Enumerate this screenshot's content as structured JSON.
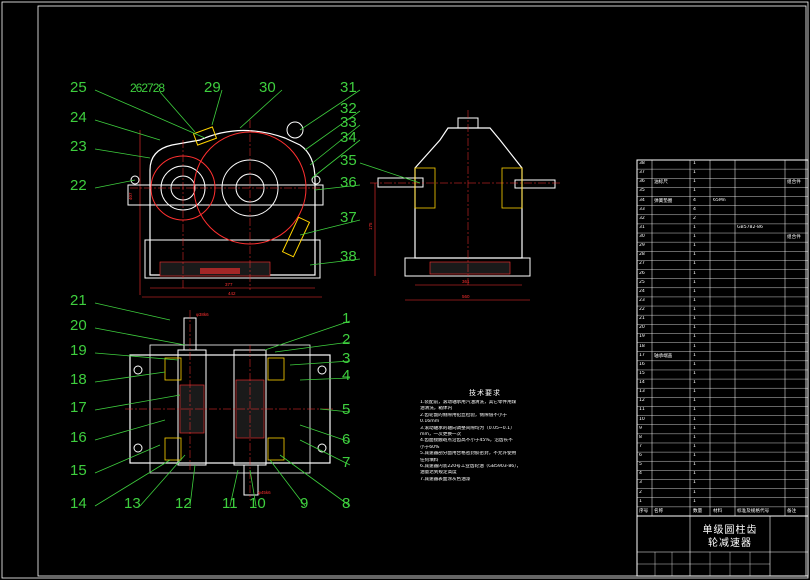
{
  "balloons": [
    {
      "id": "25",
      "label": "25"
    },
    {
      "id": "26-27-28",
      "label": "262728"
    },
    {
      "id": "29",
      "label": "29"
    },
    {
      "id": "30",
      "label": "30"
    },
    {
      "id": "31",
      "label": "31"
    },
    {
      "id": "32",
      "label": "32"
    },
    {
      "id": "33",
      "label": "33"
    },
    {
      "id": "34",
      "label": "34"
    },
    {
      "id": "24",
      "label": "24"
    },
    {
      "id": "23",
      "label": "23"
    },
    {
      "id": "22",
      "label": "22"
    },
    {
      "id": "35",
      "label": "35"
    },
    {
      "id": "36",
      "label": "36"
    },
    {
      "id": "37",
      "label": "37"
    },
    {
      "id": "38",
      "label": "38"
    },
    {
      "id": "21",
      "label": "21"
    },
    {
      "id": "20",
      "label": "20"
    },
    {
      "id": "19",
      "label": "19"
    },
    {
      "id": "18",
      "label": "18"
    },
    {
      "id": "17",
      "label": "17"
    },
    {
      "id": "16",
      "label": "16"
    },
    {
      "id": "15",
      "label": "15"
    },
    {
      "id": "14",
      "label": "14"
    },
    {
      "id": "13",
      "label": "13"
    },
    {
      "id": "12",
      "label": "12"
    },
    {
      "id": "11",
      "label": "11"
    },
    {
      "id": "10",
      "label": "10"
    },
    {
      "id": "9",
      "label": "9"
    },
    {
      "id": "8",
      "label": "8"
    },
    {
      "id": "7",
      "label": "7"
    },
    {
      "id": "6",
      "label": "6"
    },
    {
      "id": "5",
      "label": "5"
    },
    {
      "id": "4",
      "label": "4"
    },
    {
      "id": "3",
      "label": "3"
    },
    {
      "id": "2",
      "label": "2"
    },
    {
      "id": "1",
      "label": "1"
    }
  ],
  "dimensions": {
    "front_height": "407",
    "front_width_1": "377",
    "front_width_2": "442",
    "side_height": "175",
    "side_width": "361",
    "side_base": "560",
    "plan_top": "φ38k6",
    "plan_bottom": "φ45k6"
  },
  "tech_notes": {
    "title": "技术要求",
    "lines": [
      "1.装配前，滚动轴承用汽油清洗，其它零件用煤",
      "  油清洗，箱体内",
      "2.齿轮副的侧隙用铅丝检验，侧隙值不小于",
      "  0.16mm",
      "3.滚动轴承的轴向调整间隙均为（0.05~0.1）",
      "  mm，一次更换一次",
      "4.齿面接触斑点沿齿高不小于45%，沿齿长不",
      "  小于60%",
      "5.减速器剖分面用合格密封胶密封，不允许使用",
      "  任何填料",
      "6.减速器内装220号工业齿轮油（GB5903-86），",
      "  油量达到规定高度",
      "7.减速器表面涂灰色油漆"
    ]
  },
  "bom": {
    "rows": [
      {
        "no": "38",
        "name": "",
        "qty": "1",
        "material": "",
        "std": "",
        "remark": ""
      },
      {
        "no": "37",
        "name": "",
        "qty": "1",
        "material": "",
        "std": "",
        "remark": ""
      },
      {
        "no": "36",
        "name": "油标尺",
        "qty": "1",
        "material": "",
        "std": "",
        "remark": "组合件"
      },
      {
        "no": "35",
        "name": "",
        "qty": "1",
        "material": "",
        "std": "",
        "remark": ""
      },
      {
        "no": "34",
        "name": "弹簧垫圈",
        "qty": "4",
        "material": "65Mn",
        "std": "",
        "remark": ""
      },
      {
        "no": "33",
        "name": "",
        "qty": "4",
        "material": "",
        "std": "",
        "remark": ""
      },
      {
        "no": "32",
        "name": "",
        "qty": "2",
        "material": "",
        "std": "",
        "remark": ""
      },
      {
        "no": "31",
        "name": "",
        "qty": "1",
        "material": "",
        "std": "GB5782-86",
        "remark": ""
      },
      {
        "no": "30",
        "name": "",
        "qty": "1",
        "material": "",
        "std": "",
        "remark": "组合件"
      },
      {
        "no": "29",
        "name": "",
        "qty": "1",
        "material": "",
        "std": "",
        "remark": ""
      },
      {
        "no": "28",
        "name": "",
        "qty": "1",
        "material": "",
        "std": "",
        "remark": ""
      },
      {
        "no": "27",
        "name": "",
        "qty": "1",
        "material": "",
        "std": "",
        "remark": ""
      },
      {
        "no": "26",
        "name": "",
        "qty": "1",
        "material": "",
        "std": "",
        "remark": ""
      },
      {
        "no": "25",
        "name": "",
        "qty": "1",
        "material": "",
        "std": "",
        "remark": ""
      },
      {
        "no": "24",
        "name": "",
        "qty": "1",
        "material": "",
        "std": "",
        "remark": ""
      },
      {
        "no": "23",
        "name": "",
        "qty": "1",
        "material": "",
        "std": "",
        "remark": ""
      },
      {
        "no": "22",
        "name": "",
        "qty": "1",
        "material": "",
        "std": "",
        "remark": ""
      },
      {
        "no": "21",
        "name": "",
        "qty": "1",
        "material": "",
        "std": "",
        "remark": ""
      },
      {
        "no": "20",
        "name": "",
        "qty": "1",
        "material": "",
        "std": "",
        "remark": ""
      },
      {
        "no": "19",
        "name": "",
        "qty": "1",
        "material": "",
        "std": "",
        "remark": ""
      },
      {
        "no": "18",
        "name": "",
        "qty": "1",
        "material": "",
        "std": "",
        "remark": ""
      },
      {
        "no": "17",
        "name": "轴承端盖",
        "qty": "1",
        "material": "",
        "std": "",
        "remark": ""
      },
      {
        "no": "16",
        "name": "",
        "qty": "1",
        "material": "",
        "std": "",
        "remark": ""
      },
      {
        "no": "15",
        "name": "",
        "qty": "1",
        "material": "",
        "std": "",
        "remark": ""
      },
      {
        "no": "14",
        "name": "",
        "qty": "1",
        "material": "",
        "std": "",
        "remark": ""
      },
      {
        "no": "13",
        "name": "",
        "qty": "1",
        "material": "",
        "std": "",
        "remark": ""
      },
      {
        "no": "12",
        "name": "",
        "qty": "1",
        "material": "",
        "std": "",
        "remark": ""
      },
      {
        "no": "11",
        "name": "",
        "qty": "1",
        "material": "",
        "std": "",
        "remark": ""
      },
      {
        "no": "10",
        "name": "",
        "qty": "1",
        "material": "",
        "std": "",
        "remark": ""
      },
      {
        "no": "9",
        "name": "",
        "qty": "1",
        "material": "",
        "std": "",
        "remark": ""
      },
      {
        "no": "8",
        "name": "",
        "qty": "1",
        "material": "",
        "std": "",
        "remark": ""
      },
      {
        "no": "7",
        "name": "",
        "qty": "1",
        "material": "",
        "std": "",
        "remark": ""
      },
      {
        "no": "6",
        "name": "",
        "qty": "1",
        "material": "",
        "std": "",
        "remark": ""
      },
      {
        "no": "5",
        "name": "",
        "qty": "1",
        "material": "",
        "std": "",
        "remark": ""
      },
      {
        "no": "4",
        "name": "",
        "qty": "1",
        "material": "",
        "std": "",
        "remark": ""
      },
      {
        "no": "3",
        "name": "",
        "qty": "1",
        "material": "",
        "std": "",
        "remark": ""
      },
      {
        "no": "2",
        "name": "",
        "qty": "1",
        "material": "",
        "std": "",
        "remark": ""
      },
      {
        "no": "1",
        "name": "",
        "qty": "1",
        "material": "",
        "std": "",
        "remark": ""
      }
    ],
    "header": {
      "no": "序号",
      "name": "名称",
      "qty": "数量",
      "material": "材料",
      "std": "标准及规格代号",
      "remark": "备注"
    }
  },
  "title_block": {
    "name_line1": "单级圆柱齿",
    "name_line2": "轮减速器"
  },
  "colors": {
    "background": "#000000",
    "outline": "#ffffff",
    "leader": "#3ecf3e",
    "hatch": "#ff3030",
    "dimension": "#ff3030",
    "centerline": "#ff3030",
    "accent_yellow": "#ffd400",
    "accent_cyan": "#30c8ff"
  }
}
